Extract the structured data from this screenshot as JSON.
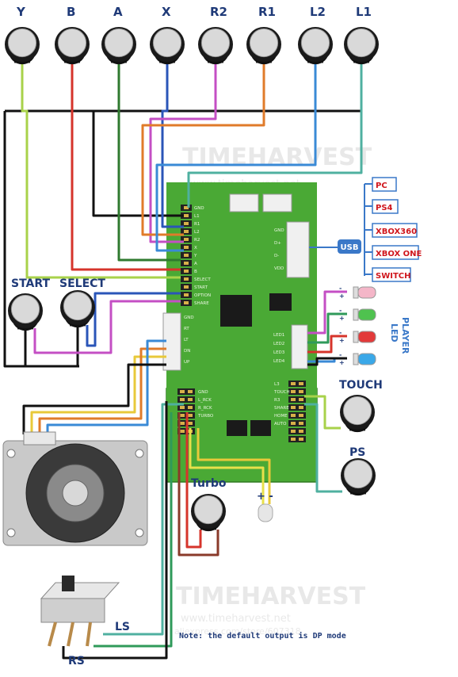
{
  "buttons_top": [
    "Y",
    "B",
    "A",
    "X",
    "R2",
    "R1",
    "L2",
    "L1"
  ],
  "start_select": {
    "start": "START",
    "select": "SELECT"
  },
  "modes": [
    "PC",
    "PS4",
    "XBOX360",
    "XBOX ONE",
    "SWITCH"
  ],
  "usb": "USB",
  "player_led": [
    "PLAYER",
    "LED"
  ],
  "touch": "TOUCH",
  "ps": "PS",
  "turbo": "Turbo",
  "ls": "LS",
  "rs": "RS",
  "note": "Note: the default output is DP mode",
  "watermark": [
    "TIMEHARVEST",
    "www.timeharvest.net",
    "aliexpress.com/store/607318"
  ],
  "board_labels": {
    "left_header": [
      "GND",
      "L1",
      "R1",
      "L2",
      "R2",
      "X",
      "Y",
      "A",
      "B",
      "SELECT",
      "START",
      "OPTION",
      "SHARE"
    ],
    "stick": [
      "GND",
      "RT",
      "LT",
      "DN",
      "UP"
    ],
    "mid": [
      "GND",
      "L_RCK",
      "R_RCK",
      "TURBO"
    ],
    "usb_conn": [
      "GND",
      "D+",
      "D-",
      "VDD"
    ],
    "leds": [
      "LED1",
      "LED2",
      "LED3",
      "LED4"
    ],
    "right_header": [
      "L3",
      "TOUCH",
      "R3",
      "SHARE",
      "HOME",
      "AUTO"
    ]
  },
  "colors": {
    "board": "#4aa935",
    "label_blue": "#1f3a78",
    "mode_red": "#d0161c",
    "usb_blue": "#3a78c8"
  }
}
